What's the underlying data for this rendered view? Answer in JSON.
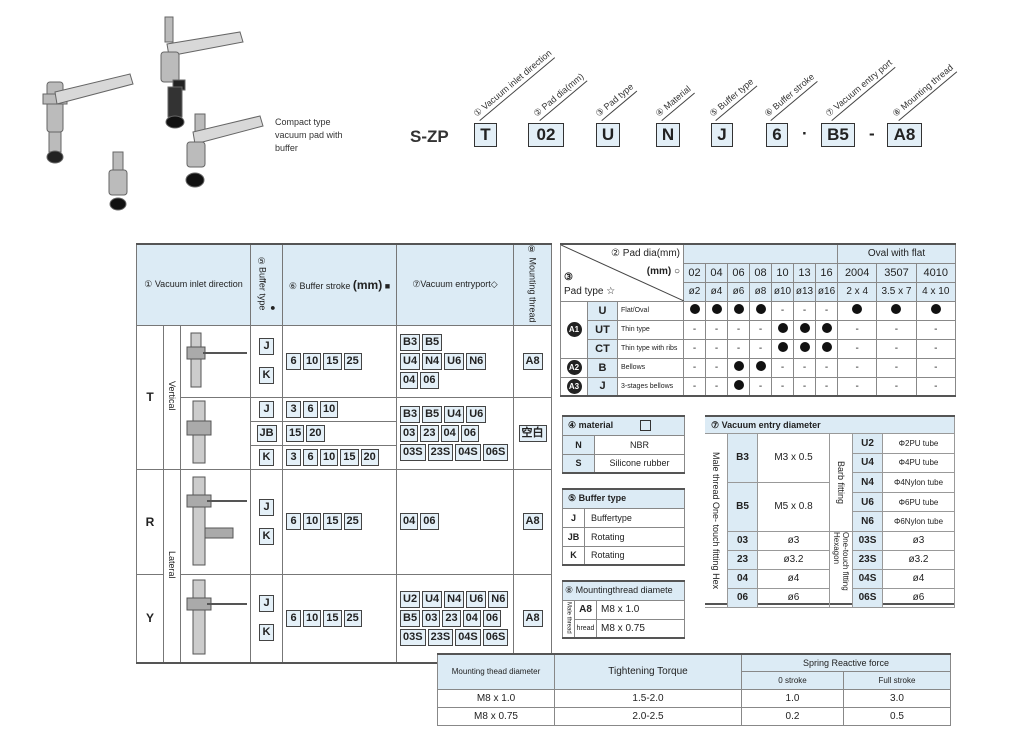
{
  "caption": [
    "Compact type",
    "vacuum pad with",
    "buffer"
  ],
  "model_code": {
    "prefix": "S-ZP",
    "parts": [
      {
        "label": "① Vacuum inlet direction",
        "value": "T"
      },
      {
        "label": "② Pad dia(mm)",
        "value": "02"
      },
      {
        "label": "③ Pad type",
        "value": "U"
      },
      {
        "label": "④ Material",
        "value": "N"
      },
      {
        "label": "⑤ Buffer type",
        "value": "J"
      },
      {
        "label": "⑥ Buffer stroke",
        "value": "6",
        "sep": "·"
      },
      {
        "label": "⑦ Vacuum entry port",
        "value": "B5",
        "sep": "-"
      },
      {
        "label": "⑧ Mounting thread",
        "value": "A8"
      }
    ]
  },
  "main_table": {
    "headers": {
      "inlet": "① Vacuum inlet direction",
      "buffer_type": "⑤Buffer type",
      "stroke": "⑥ Buffer stroke",
      "stroke_unit": "(mm)",
      "port": "⑦Vacuum entryport",
      "mounting": "⑧ Mounting thread"
    },
    "T": {
      "code": "T",
      "orientation": "Vertical",
      "a": {
        "buffer": [
          "J",
          "K"
        ],
        "stroke": [
          [
            "6",
            "10",
            "15",
            "25"
          ]
        ],
        "port": [
          [
            "B3",
            "B5"
          ],
          [
            "U4",
            "N4",
            "U6",
            "N6"
          ],
          [
            "04",
            "06"
          ]
        ],
        "mount": "A8"
      },
      "b": {
        "rows": [
          {
            "buffer": "J",
            "stroke": [
              [
                "3",
                "6",
                "10"
              ]
            ]
          },
          {
            "buffer": "JB",
            "stroke": [
              [
                "15",
                "20"
              ]
            ]
          },
          {
            "buffer": "K",
            "stroke": [
              [
                "3",
                "6",
                "10",
                "15",
                "20"
              ]
            ]
          }
        ],
        "port": [
          [
            "B3",
            "B5",
            "U4",
            "U6"
          ],
          [
            "03",
            "23",
            "04",
            "06"
          ],
          [
            "03S",
            "23S",
            "04S",
            "06S"
          ]
        ],
        "mount": "空白"
      }
    },
    "R": {
      "code": "R",
      "orientation": "Lateral",
      "buffer": [
        "J",
        "K"
      ],
      "stroke": [
        [
          "6",
          "10",
          "15",
          "25"
        ]
      ],
      "port": [
        [
          "04",
          "06"
        ]
      ],
      "mount": "A8"
    },
    "Y": {
      "code": "Y",
      "buffer": [
        "J",
        "K"
      ],
      "stroke": [
        [
          "6",
          "10",
          "15",
          "25"
        ]
      ],
      "port": [
        [
          "U2",
          "U4",
          "N4",
          "U6",
          "N6"
        ],
        [
          "B5",
          "03",
          "23",
          "04",
          "06"
        ],
        [
          "03S",
          "23S",
          "04S",
          "06S"
        ]
      ],
      "mount": "A8"
    }
  },
  "pad_table": {
    "pad_dia_label": "② Pad dia(mm)",
    "mm_label": "(mm) ○",
    "pad_type_num": "③",
    "pad_type_label": "Pad type ☆",
    "oval_label": "Oval with flat",
    "codes": [
      "02",
      "04",
      "06",
      "08",
      "10",
      "13",
      "16",
      "2004",
      "3507",
      "4010"
    ],
    "sizes": [
      "ø2",
      "ø4",
      "ø6",
      "ø8",
      "ø10",
      "ø13",
      "ø16",
      "2 x 4",
      "3.5 x 7",
      "4 x 10"
    ],
    "rows": [
      {
        "group": "A1",
        "span": 3,
        "code": "U",
        "desc": "Flat/Oval",
        "avail": [
          "●",
          "●",
          "●",
          "●",
          "-",
          "-",
          "-",
          "●",
          "●",
          "●"
        ]
      },
      {
        "code": "UT",
        "desc": "Thin type",
        "avail": [
          "-",
          "-",
          "-",
          "-",
          "●",
          "●",
          "●",
          "-",
          "-",
          "-"
        ]
      },
      {
        "code": "CT",
        "desc": "Thin type with ribs",
        "avail": [
          "-",
          "-",
          "-",
          "-",
          "●",
          "●",
          "●",
          "-",
          "-",
          "-"
        ]
      },
      {
        "group": "A2",
        "span": 1,
        "code": "B",
        "desc": "Bellows",
        "avail": [
          "-",
          "-",
          "●",
          "●",
          "-",
          "-",
          "-",
          "-",
          "-",
          "-"
        ]
      },
      {
        "group": "A3",
        "span": 1,
        "code": "J",
        "desc": "3-stages bellows",
        "avail": [
          "-",
          "-",
          "●",
          "-",
          "-",
          "-",
          "-",
          "-",
          "-",
          "-"
        ]
      }
    ]
  },
  "material": {
    "title": "④ material",
    "rows": [
      {
        "code": "N",
        "desc": "NBR"
      },
      {
        "code": "S",
        "desc": "Silicone rubber"
      }
    ]
  },
  "buffer_type": {
    "title": "⑤ Buffer type",
    "rows": [
      {
        "code": "J",
        "desc": "Buffertype"
      },
      {
        "code": "JB",
        "desc": "Rotating"
      },
      {
        "code": "K",
        "desc": "Rotating"
      }
    ]
  },
  "mounting": {
    "title": "⑧ Mountingthread diamete",
    "side": "Male thread",
    "rows": [
      {
        "code": "A8",
        "desc": "M8 x 1.0"
      },
      {
        "code": "hread",
        "desc": "M8 x 0.75"
      }
    ]
  },
  "vacuum_entry": {
    "title": "⑦ Vacuum entry diameter",
    "side": "Male thread One- touch fitting Hex",
    "barb": "Barb fitting",
    "hex": "One-touch fitting Hexagon",
    "male": [
      {
        "code": "B3",
        "desc": "M3 x 0.5"
      },
      {
        "code": "B5",
        "desc": "M5 x 0.8"
      }
    ],
    "barb_rows": [
      {
        "code": "U2",
        "desc": "Φ2PU tube"
      },
      {
        "code": "U4",
        "desc": "Φ4PU tube"
      },
      {
        "code": "N4",
        "desc": "Φ4Nylon tube"
      },
      {
        "code": "U6",
        "desc": "Φ6PU tube"
      },
      {
        "code": "N6",
        "desc": "Φ6Nylon tube"
      }
    ],
    "fit_rows": [
      {
        "code": "03",
        "desc": "ø3"
      },
      {
        "code": "23",
        "desc": "ø3.2"
      },
      {
        "code": "04",
        "desc": "ø4"
      },
      {
        "code": "06",
        "desc": "ø6"
      }
    ],
    "hex_rows": [
      {
        "code": "03S",
        "desc": "ø3"
      },
      {
        "code": "23S",
        "desc": "ø3.2"
      },
      {
        "code": "04S",
        "desc": "ø4"
      },
      {
        "code": "06S",
        "desc": "ø6"
      }
    ]
  },
  "torque_table": {
    "headers": {
      "diameter": "Mounting thead diameter",
      "torque": "Tightening Torque",
      "spring": "Spring Reactive force",
      "zero": "0 stroke",
      "full": "Full stroke"
    },
    "rows": [
      [
        "M8 x 1.0",
        "1.5-2.0",
        "1.0",
        "3.0"
      ],
      [
        "M8 x 0.75",
        "2.0-2.5",
        "0.2",
        "0.5"
      ]
    ]
  }
}
